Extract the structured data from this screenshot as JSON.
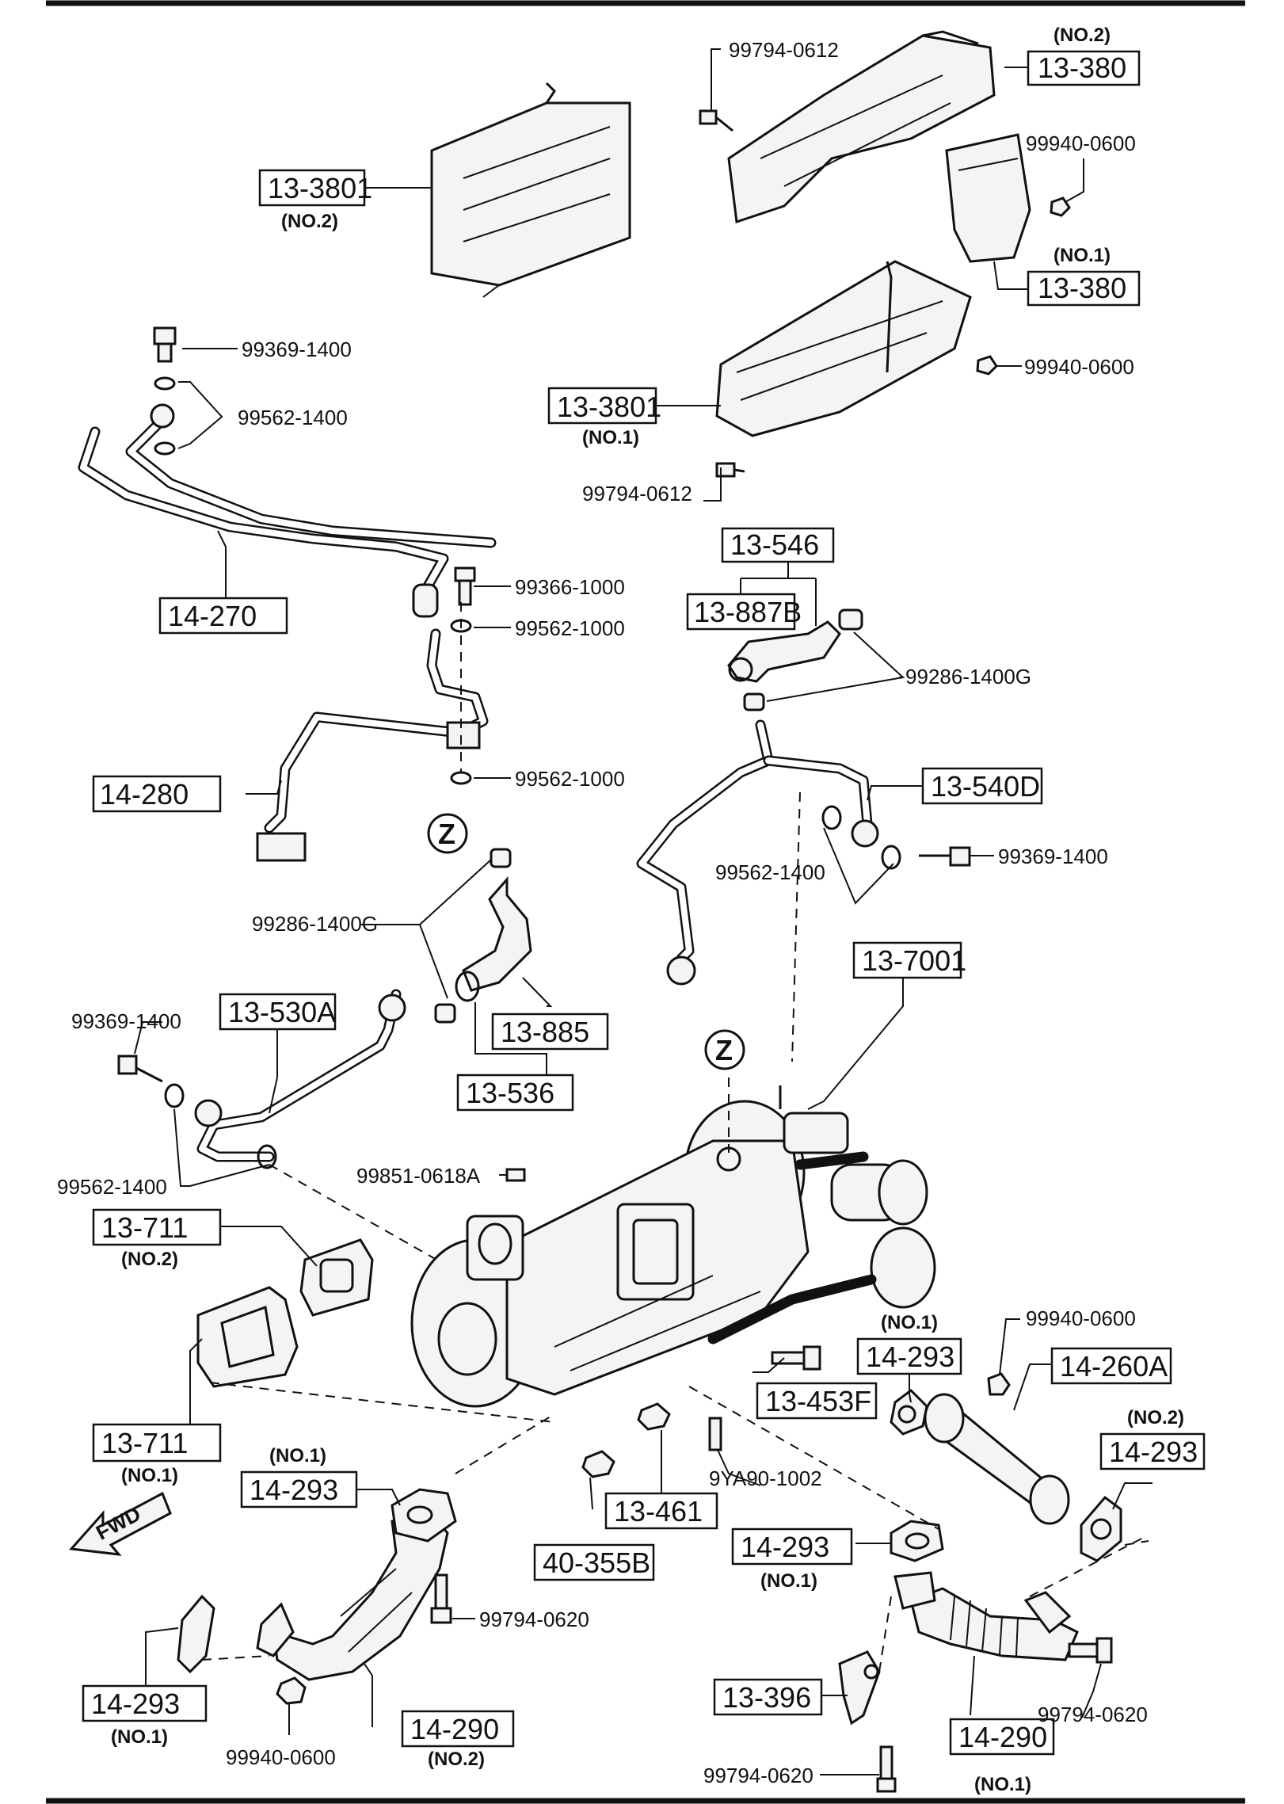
{
  "parts": {
    "p_99794_0612_top": "99794-0612",
    "p_13_380_no2_sub": "(NO.2)",
    "p_13_380_no2": "13-380",
    "p_99940_0600_top": "99940-0600",
    "p_13_3801_no2": "13-3801",
    "p_13_3801_no2_sub": "(NO.2)",
    "p_13_380_no1_sub": "(NO.1)",
    "p_13_380_no1": "13-380",
    "p_99369_1400_top": "99369-1400",
    "p_99940_0600_mid": "99940-0600",
    "p_99562_1400_top": "99562-1400",
    "p_13_3801_no1": "13-3801",
    "p_13_3801_no1_sub": "(NO.1)",
    "p_99794_0612_mid": "99794-0612",
    "p_13_546": "13-546",
    "p_99366_1000": "99366-1000",
    "p_14_270": "14-270",
    "p_99562_1000_a": "99562-1000",
    "p_13_887b": "13-887B",
    "p_99286_1400g_right": "99286-1400G",
    "p_14_280": "14-280",
    "p_99562_1000_b": "99562-1000",
    "p_13_540d": "13-540D",
    "p_z_upper": "Z",
    "p_99369_1400_right": "99369-1400",
    "p_99562_1400_right": "99562-1400",
    "p_99286_1400g_left": "99286-1400G",
    "p_13_7001": "13-7001",
    "p_99369_1400_left": "99369-1400",
    "p_13_530a": "13-530A",
    "p_13_885": "13-885",
    "p_z_lower": "Z",
    "p_13_536": "13-536",
    "p_99562_1400_left": "99562-1400",
    "p_99851_0618a": "99851-0618A",
    "p_13_711_no2": "13-711",
    "p_13_711_no2_sub": "(NO.2)",
    "p_14_293_no1_right_sub": "(NO.1)",
    "p_14_293_no1_right": "14-293",
    "p_99940_0600_right": "99940-0600",
    "p_14_260a": "14-260A",
    "p_13_453f": "13-453F",
    "p_14_293_no2_sub": "(NO.2)",
    "p_14_293_no2": "14-293",
    "p_13_711_no1": "13-711",
    "p_13_711_no1_sub": "(NO.1)",
    "p_9ya90_1002": "9YA90-1002",
    "p_14_293_no1_left_sub": "(NO.1)",
    "p_14_293_no1_left": "14-293",
    "p_13_461": "13-461",
    "p_fwd": "FWD",
    "p_14_293_no1_mid": "14-293",
    "p_14_293_no1_mid_sub": "(NO.1)",
    "p_40_355b": "40-355B",
    "p_99794_0620_mid": "99794-0620",
    "p_14_293_no1_bottom": "14-293",
    "p_14_293_no1_bottom_sub": "(NO.1)",
    "p_13_396": "13-396",
    "p_99794_0620_right": "99794-0620",
    "p_14_290_no2": "14-290",
    "p_14_290_no2_sub": "(NO.2)",
    "p_99940_0600_bottom": "99940-0600",
    "p_14_290_no1": "14-290",
    "p_14_290_no1_sub": "(NO.1)",
    "p_99794_0620_bottom": "99794-0620"
  }
}
